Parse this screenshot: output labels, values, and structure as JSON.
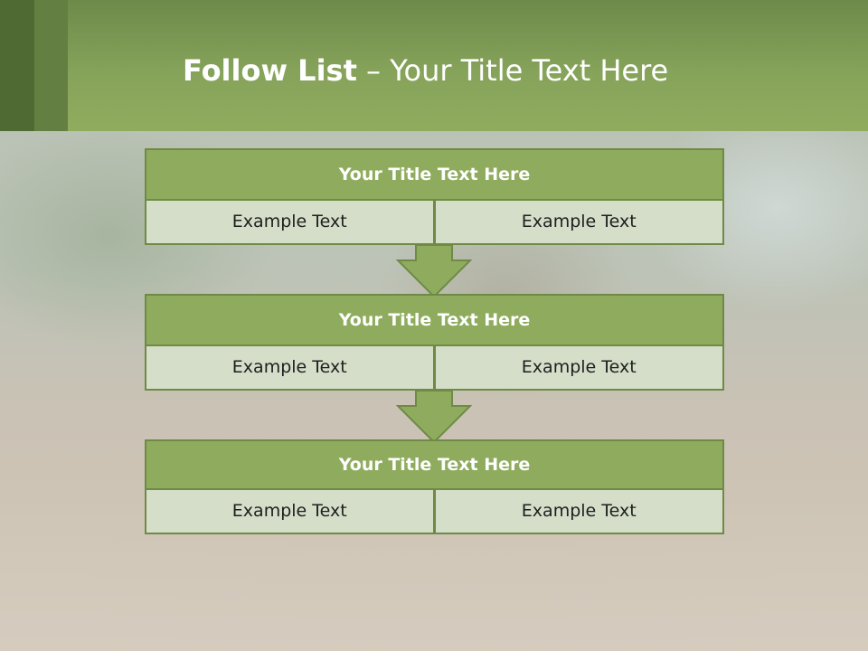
{
  "header": {
    "title_bold": "Follow List",
    "title_rest": " – Your Title Text Here"
  },
  "blocks": [
    {
      "title": "Your Title Text Here",
      "left": "Example Text",
      "right": "Example Text"
    },
    {
      "title": "Your Title Text Here",
      "left": "Example Text",
      "right": "Example Text"
    },
    {
      "title": "Your Title Text Here",
      "left": "Example Text",
      "right": "Example Text"
    }
  ],
  "colors": {
    "accent": "#8fac5e",
    "accent_dark": "#6e8a45",
    "cell_fill": "#d4dec8"
  }
}
